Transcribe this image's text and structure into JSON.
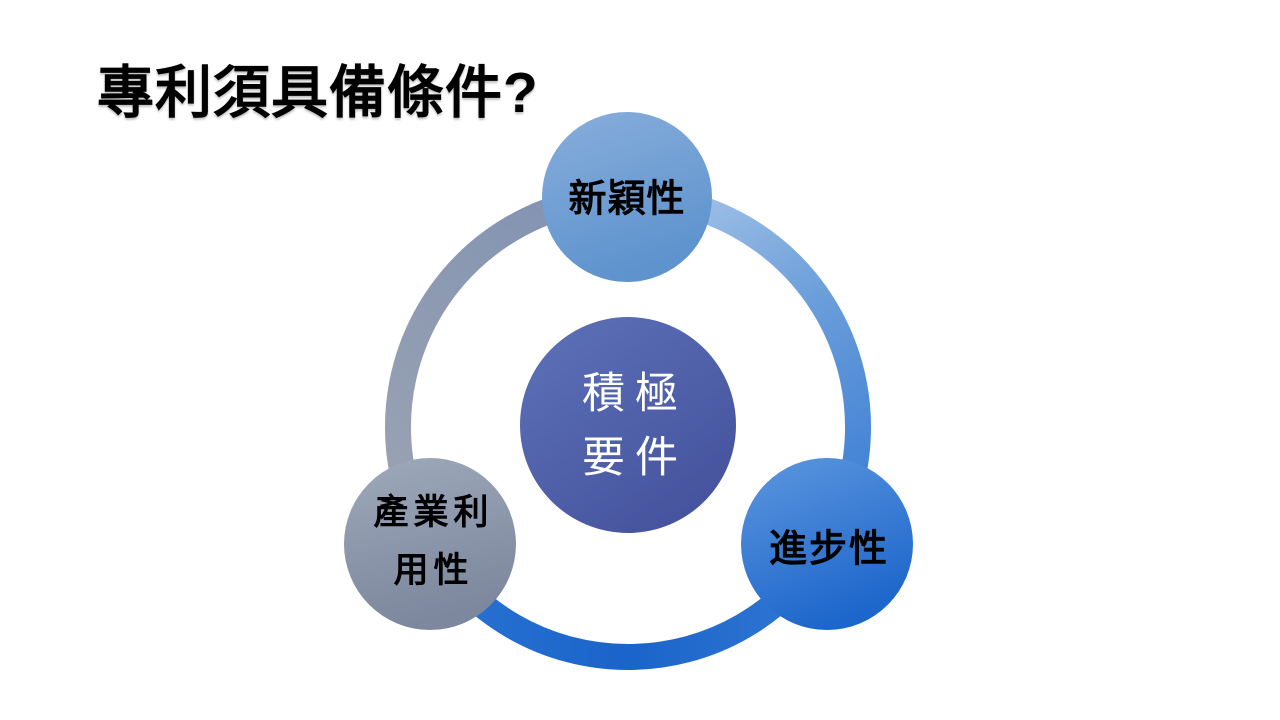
{
  "slide": {
    "title": "專利須具備條件?",
    "background_color": "#FFFFFF",
    "title_color": "#000000",
    "diagram": {
      "type": "cycle",
      "center_node": {
        "id": "positive-requirements",
        "lines": [
          "積極",
          "要件"
        ],
        "text_color": "#FFFFFF",
        "fill_top": "#5D72B9",
        "fill_bottom": "#45529D"
      },
      "nodes": [
        {
          "id": "novelty",
          "label": "新穎性",
          "text_color": "#000000",
          "fill_top": "#88AEDC",
          "fill_bottom": "#5E93CD"
        },
        {
          "id": "inventive-step",
          "label": "進步性",
          "text_color": "#000000",
          "fill_top": "#5C96DE",
          "fill_bottom": "#1D66CB"
        },
        {
          "id": "industrial-applicability",
          "lines": [
            "產業利",
            "用性"
          ],
          "text_color": "#000000",
          "fill_top": "#9EA9BB",
          "fill_bottom": "#7D879D"
        }
      ],
      "ring_colors": {
        "left_top": "#8494B2",
        "left_bottom": "#9AA3B2",
        "right_top": "#A6C4E8",
        "right_mid": "#6B9EDA",
        "right_bottom": "#4483D6",
        "bottom_right": "#3377D3",
        "bottom_center": "#1A64CA",
        "bottom_left": "#2A73D3"
      }
    }
  }
}
